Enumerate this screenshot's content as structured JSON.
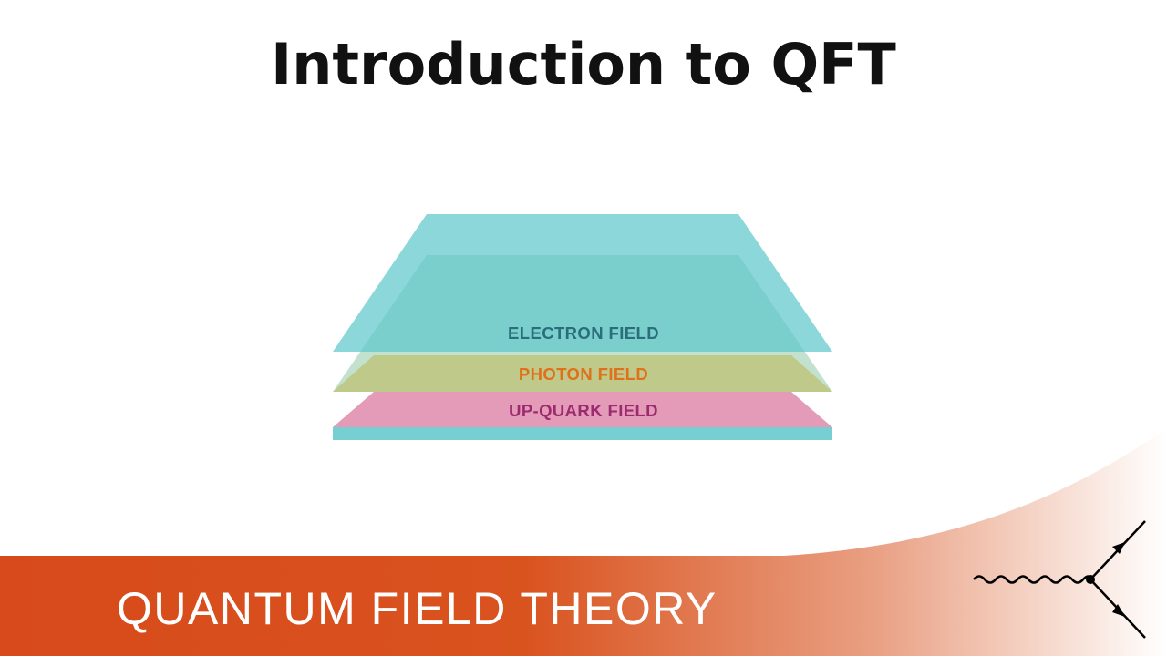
{
  "slide": {
    "title": "Introduction to QFT"
  },
  "diagram": {
    "layers": [
      {
        "label": "ELECTRON FIELD",
        "fill": "#5ec8cb",
        "text_color": "#2a6e7c"
      },
      {
        "label": "PHOTON FIELD",
        "fill": "#f7b932",
        "text_color": "#e0711b"
      },
      {
        "label": "UP-QUARK FIELD",
        "fill": "#d97aa0",
        "text_color": "#9c2a6e"
      }
    ]
  },
  "banner": {
    "text": "QUANTUM FIELD THEORY",
    "color": "#d84a1b"
  },
  "logo": {
    "icon": "feynman-vertex-icon"
  }
}
